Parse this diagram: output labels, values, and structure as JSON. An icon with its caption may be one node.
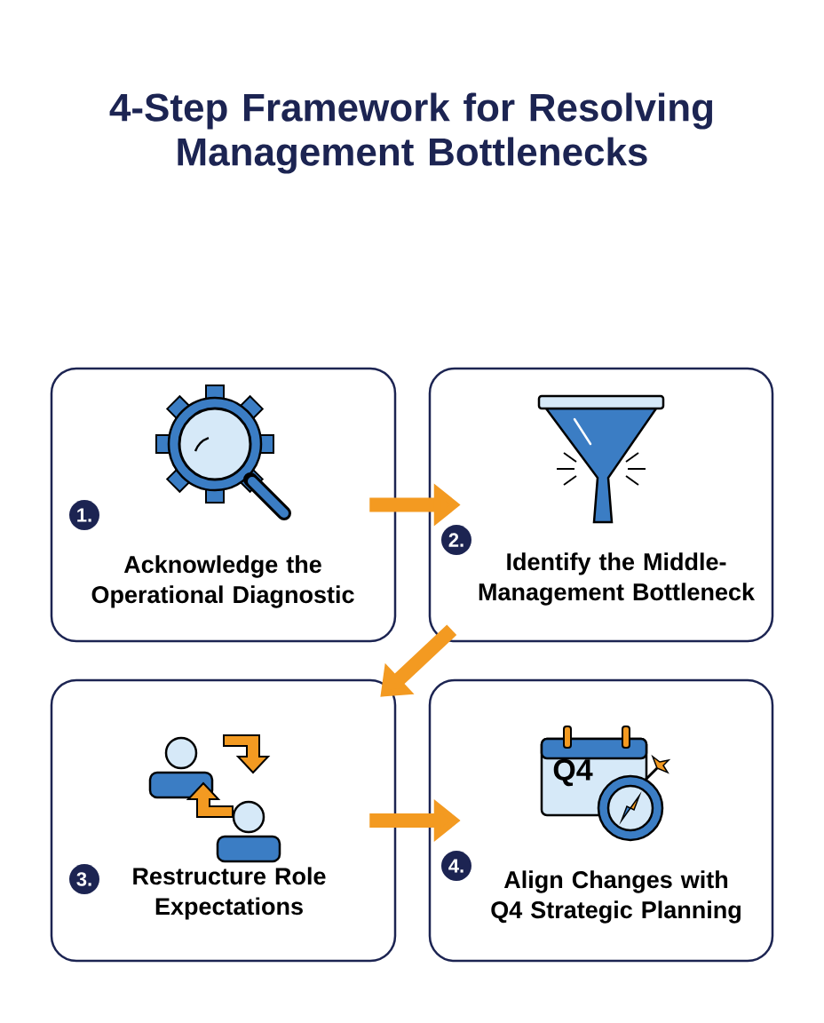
{
  "diagram": {
    "title": "4-Step Framework for Resolving Management Bottlenecks",
    "nodes": [
      {
        "text": [
          "1.",
          "Acknowledge the Operational Diagnostic"
        ]
      },
      {
        "text": [
          "2.",
          "Identify the Middle-Management Bottleneck"
        ]
      },
      {
        "text": [
          "3.",
          "Restructure Role Expectations"
        ]
      },
      {
        "text": [
          "4.",
          "Align Changes with Q4 Strategic Planning"
        ]
      }
    ],
    "edges": [
      {
        "from": 0,
        "to": 1,
        "arrow": "to"
      },
      {
        "from": 1,
        "to": 2,
        "arrow": "to"
      },
      {
        "from": 2,
        "to": 3,
        "arrow": "to"
      }
    ],
    "labels": [
      "Q4"
    ]
  }
}
